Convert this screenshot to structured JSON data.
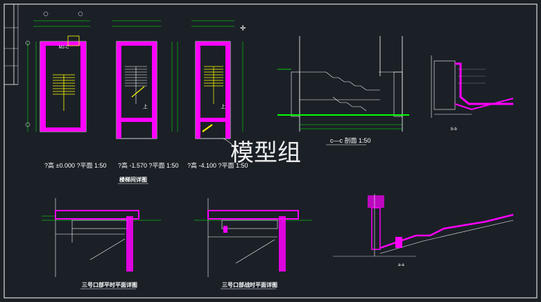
{
  "watermark": "模型组",
  "stair": {
    "title": "楼梯间详图",
    "plans": [
      {
        "label": "?高  ±0.000 ?平面 1:50",
        "door": "M2-C"
      },
      {
        "label": "?高  -1.570 ?平面 1:50"
      },
      {
        "label": "?高  -4.100 ?平面 1:50"
      }
    ],
    "up_mark": "上"
  },
  "sections": {
    "cc_label": "c—c 剖面 1:50",
    "bb_label": "b-b",
    "aa_label": "a-a"
  },
  "details": {
    "detail1_title": "三号口部平时平面详图",
    "detail2_title": "三号口部战时平面详图"
  },
  "colors": {
    "background": "#1b2027",
    "wall": "#ff00ff",
    "dim": "#00ff00",
    "line": "#ffffff",
    "stair": "#ffff00",
    "text": "#ffffff"
  }
}
